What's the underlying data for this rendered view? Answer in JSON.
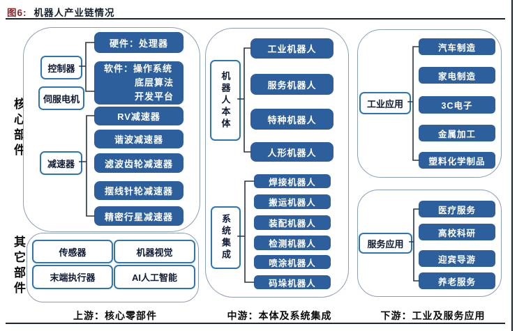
{
  "title": {
    "tag": "图6:",
    "text": "机器人产业链情况"
  },
  "colors": {
    "node_fill": "#2e5f9d",
    "node_text": "#ffffff",
    "label_box_border": "#2e75b6",
    "container_border": "#8a9db9",
    "title_tag_red": "#8a2629",
    "divider": "#1b2230"
  },
  "upstream": {
    "side_label": "核心部件",
    "controller": "控制器",
    "servo": "伺服电机",
    "reducer": "减速器",
    "hardware": "硬件：处理器",
    "software_lines": [
      "软件：操作系统",
      "底层算法",
      "开发平台"
    ],
    "reducer_items": [
      "RV减速器",
      "谐波减速器",
      "滤波齿轮减速器",
      "摆线针轮减速器",
      "精密行星减速器"
    ],
    "other_label": "其它部件",
    "other_items": [
      "传感器",
      "机器视觉",
      "末端执行器",
      "AI人工智能"
    ],
    "footer": "上游：核心零部件"
  },
  "midstream": {
    "body_label": "机器人本体",
    "body_items": [
      "工业机器人",
      "服务机器人",
      "特种机器人",
      "人形机器人"
    ],
    "integration_label": "系统集成",
    "integration_items": [
      "焊接机器人",
      "搬运机器人",
      "装配机器人",
      "检测机器人",
      "喷涂机器人",
      "码垛机器人"
    ],
    "footer": "中游：本体及系统集成"
  },
  "downstream": {
    "industrial_label": "工业应用",
    "industrial_items": [
      "汽车制造",
      "家电制造",
      "3C电子",
      "金属加工",
      "塑料化学制品"
    ],
    "service_label": "服务应用",
    "service_items": [
      "医疗服务",
      "高校科研",
      "迎宾导游",
      "养老服务"
    ],
    "footer": "下游：工业及服务应用"
  }
}
